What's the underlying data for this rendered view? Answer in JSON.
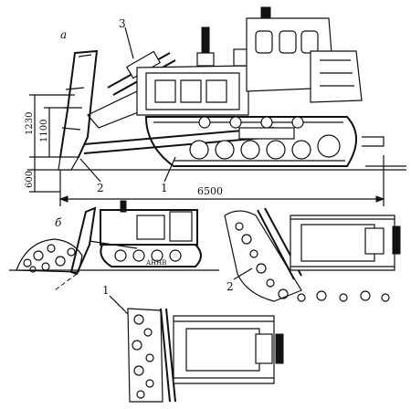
{
  "panels": {
    "a": {
      "letter": "a",
      "callouts": [
        "1",
        "2",
        "3"
      ],
      "dimensions": {
        "length": "6500",
        "h1": "1230",
        "h2": "1100",
        "h3": "600"
      }
    },
    "b": {
      "letter": "б",
      "callouts": [
        "1",
        "2"
      ],
      "axle_marks": "AHHB"
    }
  },
  "colors": {
    "ink": "#111111",
    "paper": "#ffffff"
  }
}
